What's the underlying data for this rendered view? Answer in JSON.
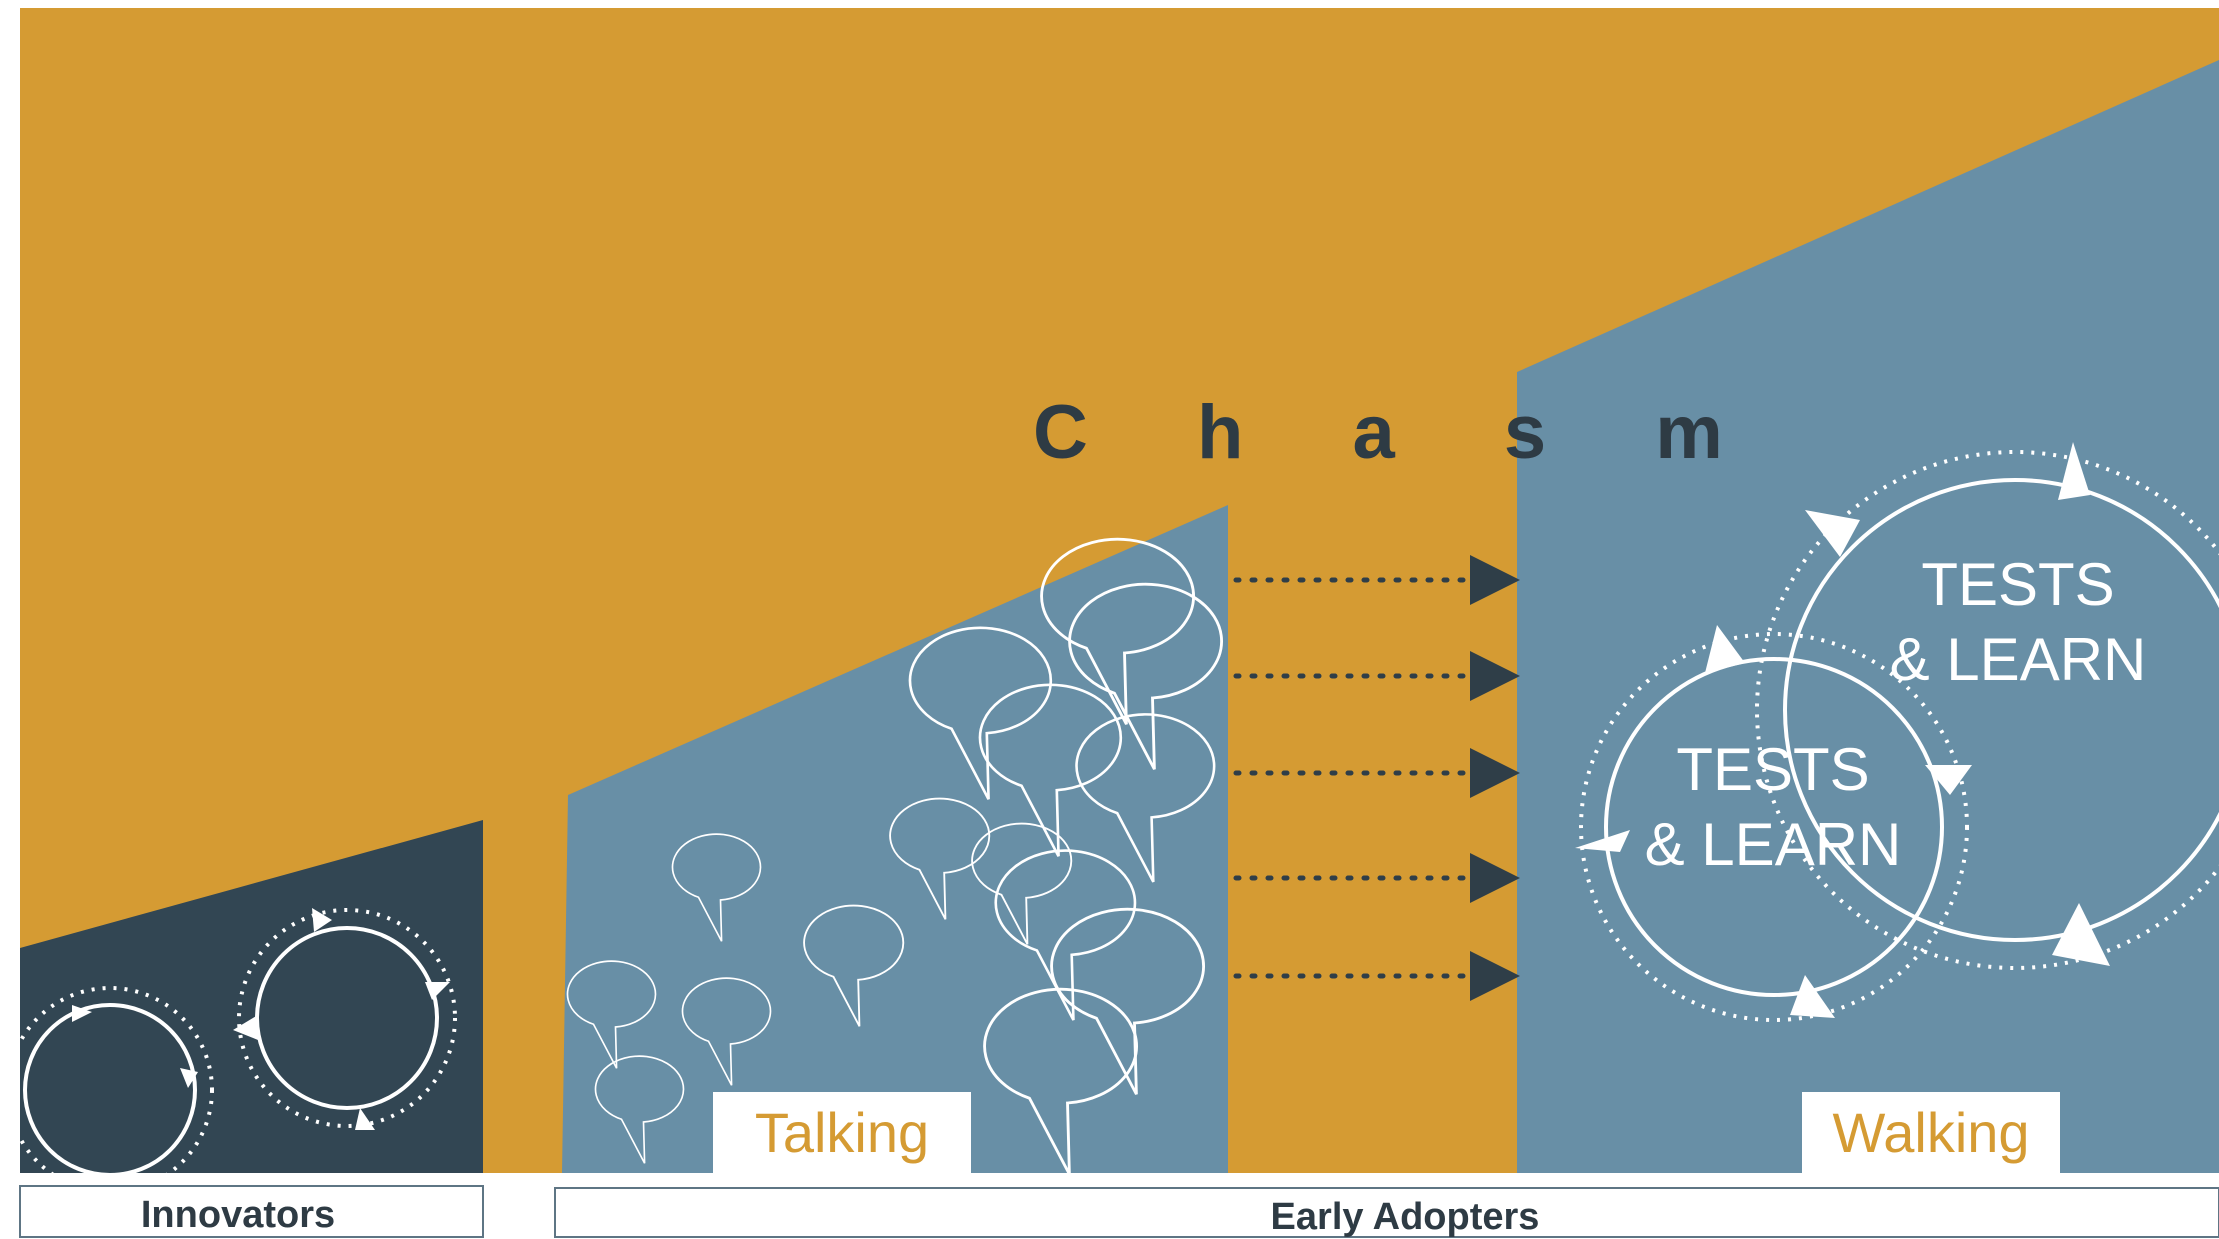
{
  "title": "C h a s m",
  "colors": {
    "background": "#D59B33",
    "innovators_block": "#324653",
    "early_adopters_block": "#688FA6",
    "dots": "#2F3E48",
    "white": "#FFFFFF",
    "label_text": "#D59B33",
    "band_text": "#2E3B44"
  },
  "labels": {
    "talking": "Talking",
    "walking": "Walking",
    "tests_learn_line1": "TESTS",
    "tests_learn_line2": "& LEARN"
  },
  "segments": {
    "innovators": "Innovators",
    "early_adopters": "Early Adopters"
  },
  "icons": [
    "cycle-arrows-icon",
    "speech-bubble-icon",
    "dotted-arrow-icon"
  ]
}
